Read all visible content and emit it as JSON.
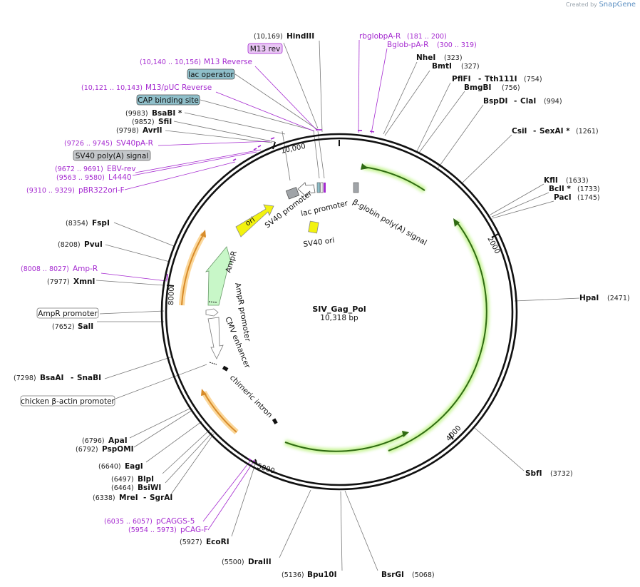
{
  "credit": {
    "prefix": "Created by",
    "brand": "SnapGene"
  },
  "plasmid": {
    "name": "SIV_Gag_Pol",
    "size_label": "10,318 bp",
    "length": 10318
  },
  "ticks": [
    "10,000",
    "2000",
    "4000",
    "5000",
    "8000"
  ],
  "enzymes": [
    {
      "name": "HindIII",
      "pos": "(10,169)"
    },
    {
      "name": "NheI",
      "pos": "(323)"
    },
    {
      "name": "BmtI",
      "pos": "(327)"
    },
    {
      "name": "PflFI",
      "name2": "Tth111I",
      "pos": "(754)"
    },
    {
      "name": "BmgBI",
      "pos": "(756)"
    },
    {
      "name": "BspDI",
      "name2": "ClaI",
      "pos": "(994)"
    },
    {
      "name": "CsiI",
      "name2": "SexAI *",
      "pos": "(1261)"
    },
    {
      "name": "KflI",
      "pos": "(1633)"
    },
    {
      "name": "BclI *",
      "pos": "(1733)"
    },
    {
      "name": "PacI",
      "pos": "(1745)"
    },
    {
      "name": "HpaI",
      "pos": "(2471)"
    },
    {
      "name": "SbfI",
      "pos": "(3732)"
    },
    {
      "name": "BsrGI",
      "pos": "(5068)"
    },
    {
      "name": "Bpu10I",
      "pos": "(5136)"
    },
    {
      "name": "DraIII",
      "pos": "(5500)"
    },
    {
      "name": "EcoRI",
      "pos": "(5927)"
    },
    {
      "name": "MreI",
      "name2": "SgrAI",
      "pos": "(6338)"
    },
    {
      "name": "BsiWI",
      "pos": "(6464)"
    },
    {
      "name": "BlpI",
      "pos": "(6497)"
    },
    {
      "name": "EagI",
      "pos": "(6640)"
    },
    {
      "name": "PspOMI",
      "pos": "(6792)"
    },
    {
      "name": "ApaI",
      "pos": "(6796)"
    },
    {
      "name": "BsaAI",
      "name2": "SnaBI",
      "pos": "(7298)"
    },
    {
      "name": "SalI",
      "pos": "(7652)"
    },
    {
      "name": "XmnI",
      "pos": "(7977)"
    },
    {
      "name": "PvuI",
      "pos": "(8208)"
    },
    {
      "name": "FspI",
      "pos": "(8354)"
    },
    {
      "name": "AvrII",
      "pos": "(9798)"
    },
    {
      "name": "SfiI",
      "pos": "(9852)"
    },
    {
      "name": "BsaBI *",
      "pos": "(9983)"
    }
  ],
  "primers": [
    {
      "name": "rbglobpA-R",
      "pos": "(181 .. 200)"
    },
    {
      "name": "Bglob-pA-R",
      "pos": "(300 .. 319)"
    },
    {
      "name": "M13 Reverse",
      "pos": "(10,140 .. 10,156)"
    },
    {
      "name": "M13/pUC Reverse",
      "pos": "(10,121 .. 10,143)"
    },
    {
      "name": "SV40pA-R",
      "pos": "(9726 .. 9745)"
    },
    {
      "name": "EBV-rev",
      "pos": "(9672 .. 9691)"
    },
    {
      "name": "L4440",
      "pos": "(9563 .. 9580)"
    },
    {
      "name": "pBR322ori-F",
      "pos": "(9310 .. 9329)"
    },
    {
      "name": "Amp-R",
      "pos": "(8008 .. 8027)"
    },
    {
      "name": "pCAGGS-5",
      "pos": "(6035 .. 6057)"
    },
    {
      "name": "pCAG-F",
      "pos": "(5954 .. 5973)"
    }
  ],
  "boxed_features": [
    {
      "name": "M13 rev",
      "style": "primer"
    },
    {
      "name": "lac operator",
      "style": "teal"
    },
    {
      "name": "CAP binding site",
      "style": "teal"
    },
    {
      "name": "SV40 poly(A) signal",
      "style": "grey"
    },
    {
      "name": "AmpR promoter",
      "style": "white"
    },
    {
      "name": "chicken β-actin promoter",
      "style": "white"
    }
  ],
  "inner_labels": [
    "SV40 promoter",
    "lac promoter",
    "β-globin poly(A) signal",
    "SV40 ori",
    "ori",
    "AmpR",
    "AmpR promoter",
    "CMV enhancer",
    "chimeric intron"
  ],
  "colors": {
    "backbone": "#111111",
    "primer": "#a52ad0",
    "orf_green": "#2f6b12",
    "orf_halo": "#c9f59a",
    "orange": "#d88c2a",
    "orange_halo": "#fbd79a",
    "ori_yellow": "#f2f20f",
    "ampr_green": "#c8f7c8",
    "teal": "#8fbfca",
    "grey_feature": "#a0a4a8"
  }
}
